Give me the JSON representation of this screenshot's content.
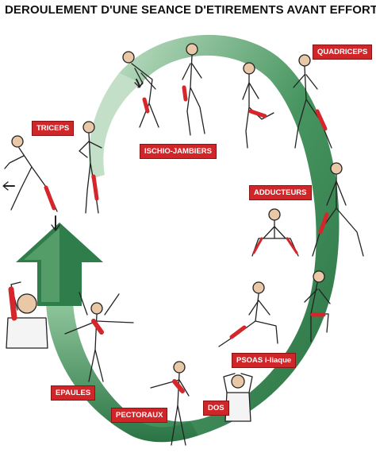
{
  "title": "DEROULEMENT D'UNE SEANCE D'ETIREMENTS AVANT EFFORT",
  "labels": {
    "quadriceps": "QUADRICEPS",
    "triceps": "TRICEPS",
    "ischio": "ISCHIO-JAMBIERS",
    "adducteurs": "ADDUCTEURS",
    "psoas": "PSOAS i-liaque",
    "epaules": "EPAULES",
    "dos": "DOS",
    "pectoraux": "PECTORAUX"
  },
  "colors": {
    "arrow": "#2f7d4a",
    "arrow_light": "#a9d2b0",
    "label_bg": "#d0262a",
    "muscle": "#d4262b",
    "skin": "#e9c8a8"
  }
}
